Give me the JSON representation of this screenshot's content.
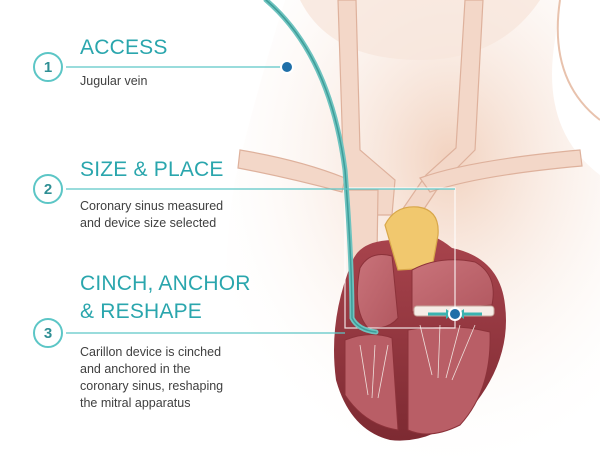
{
  "steps": [
    {
      "number": "1",
      "title_lines": [
        "ACCESS"
      ],
      "description_lines": [
        "Jugular vein"
      ]
    },
    {
      "number": "2",
      "title_lines": [
        "SIZE & PLACE"
      ],
      "description_lines": [
        "Coronary sinus measured",
        "and device size selected"
      ]
    },
    {
      "number": "3",
      "title_lines": [
        "CINCH, ANCHOR",
        "& RESHAPE"
      ],
      "description_lines": [
        "Carillon device is cinched",
        "and anchored in the",
        "coronary sinus, reshaping",
        "the mitral apparatus"
      ]
    }
  ],
  "colors": {
    "accent": "#2aa6ad",
    "circle_border": "#5cc6c6",
    "body_text": "#404040",
    "marker": "#1f6fa8"
  }
}
